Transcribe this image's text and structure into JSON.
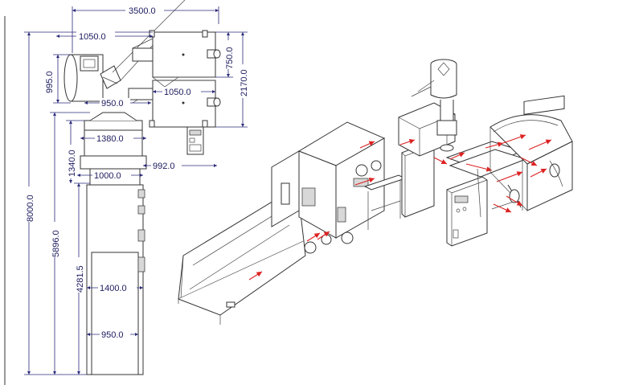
{
  "drawing": {
    "dimensions": {
      "width_total": "3500.0",
      "width_top": "1050.0",
      "height_995": "995.0",
      "height_750": "750.0",
      "height_2170": "2170.0",
      "width_950_top": "950.0",
      "width_1050_mid": "1050.0",
      "width_1380": "1380.0",
      "height_1340": "1340.0",
      "width_1000": "1000.0",
      "width_992": "992.0",
      "height_total": "8000.0",
      "height_5896": "5896.0",
      "height_4281": "4281.5",
      "width_1400": "1400.0",
      "width_950_bottom": "950.0"
    },
    "colors": {
      "dimension_text": "#1a1a5e",
      "flow_arrows": "#dd2222",
      "lines": "#333333"
    }
  }
}
